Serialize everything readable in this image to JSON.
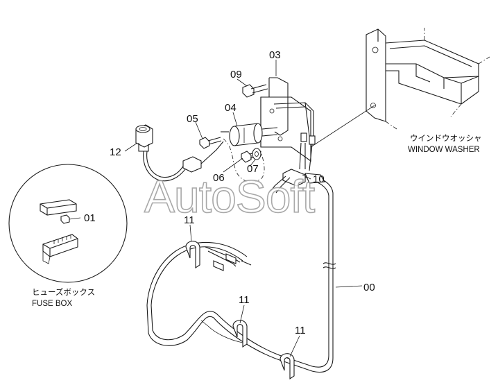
{
  "watermark": "AutoSoft",
  "callouts": {
    "p00": "00",
    "p01": "01",
    "p03": "03",
    "p04": "04",
    "p05": "05",
    "p06": "06",
    "p07": "07",
    "p09": "09",
    "p10": "10",
    "p11a": "11",
    "p11b": "11",
    "p11c": "11",
    "p12": "12"
  },
  "captions": {
    "window_washer_jp": "ウインドウオッシャ",
    "window_washer_en": "WINDOW WASHER",
    "fuse_box_jp": "ヒューズボックス",
    "fuse_box_en": "FUSE BOX"
  }
}
